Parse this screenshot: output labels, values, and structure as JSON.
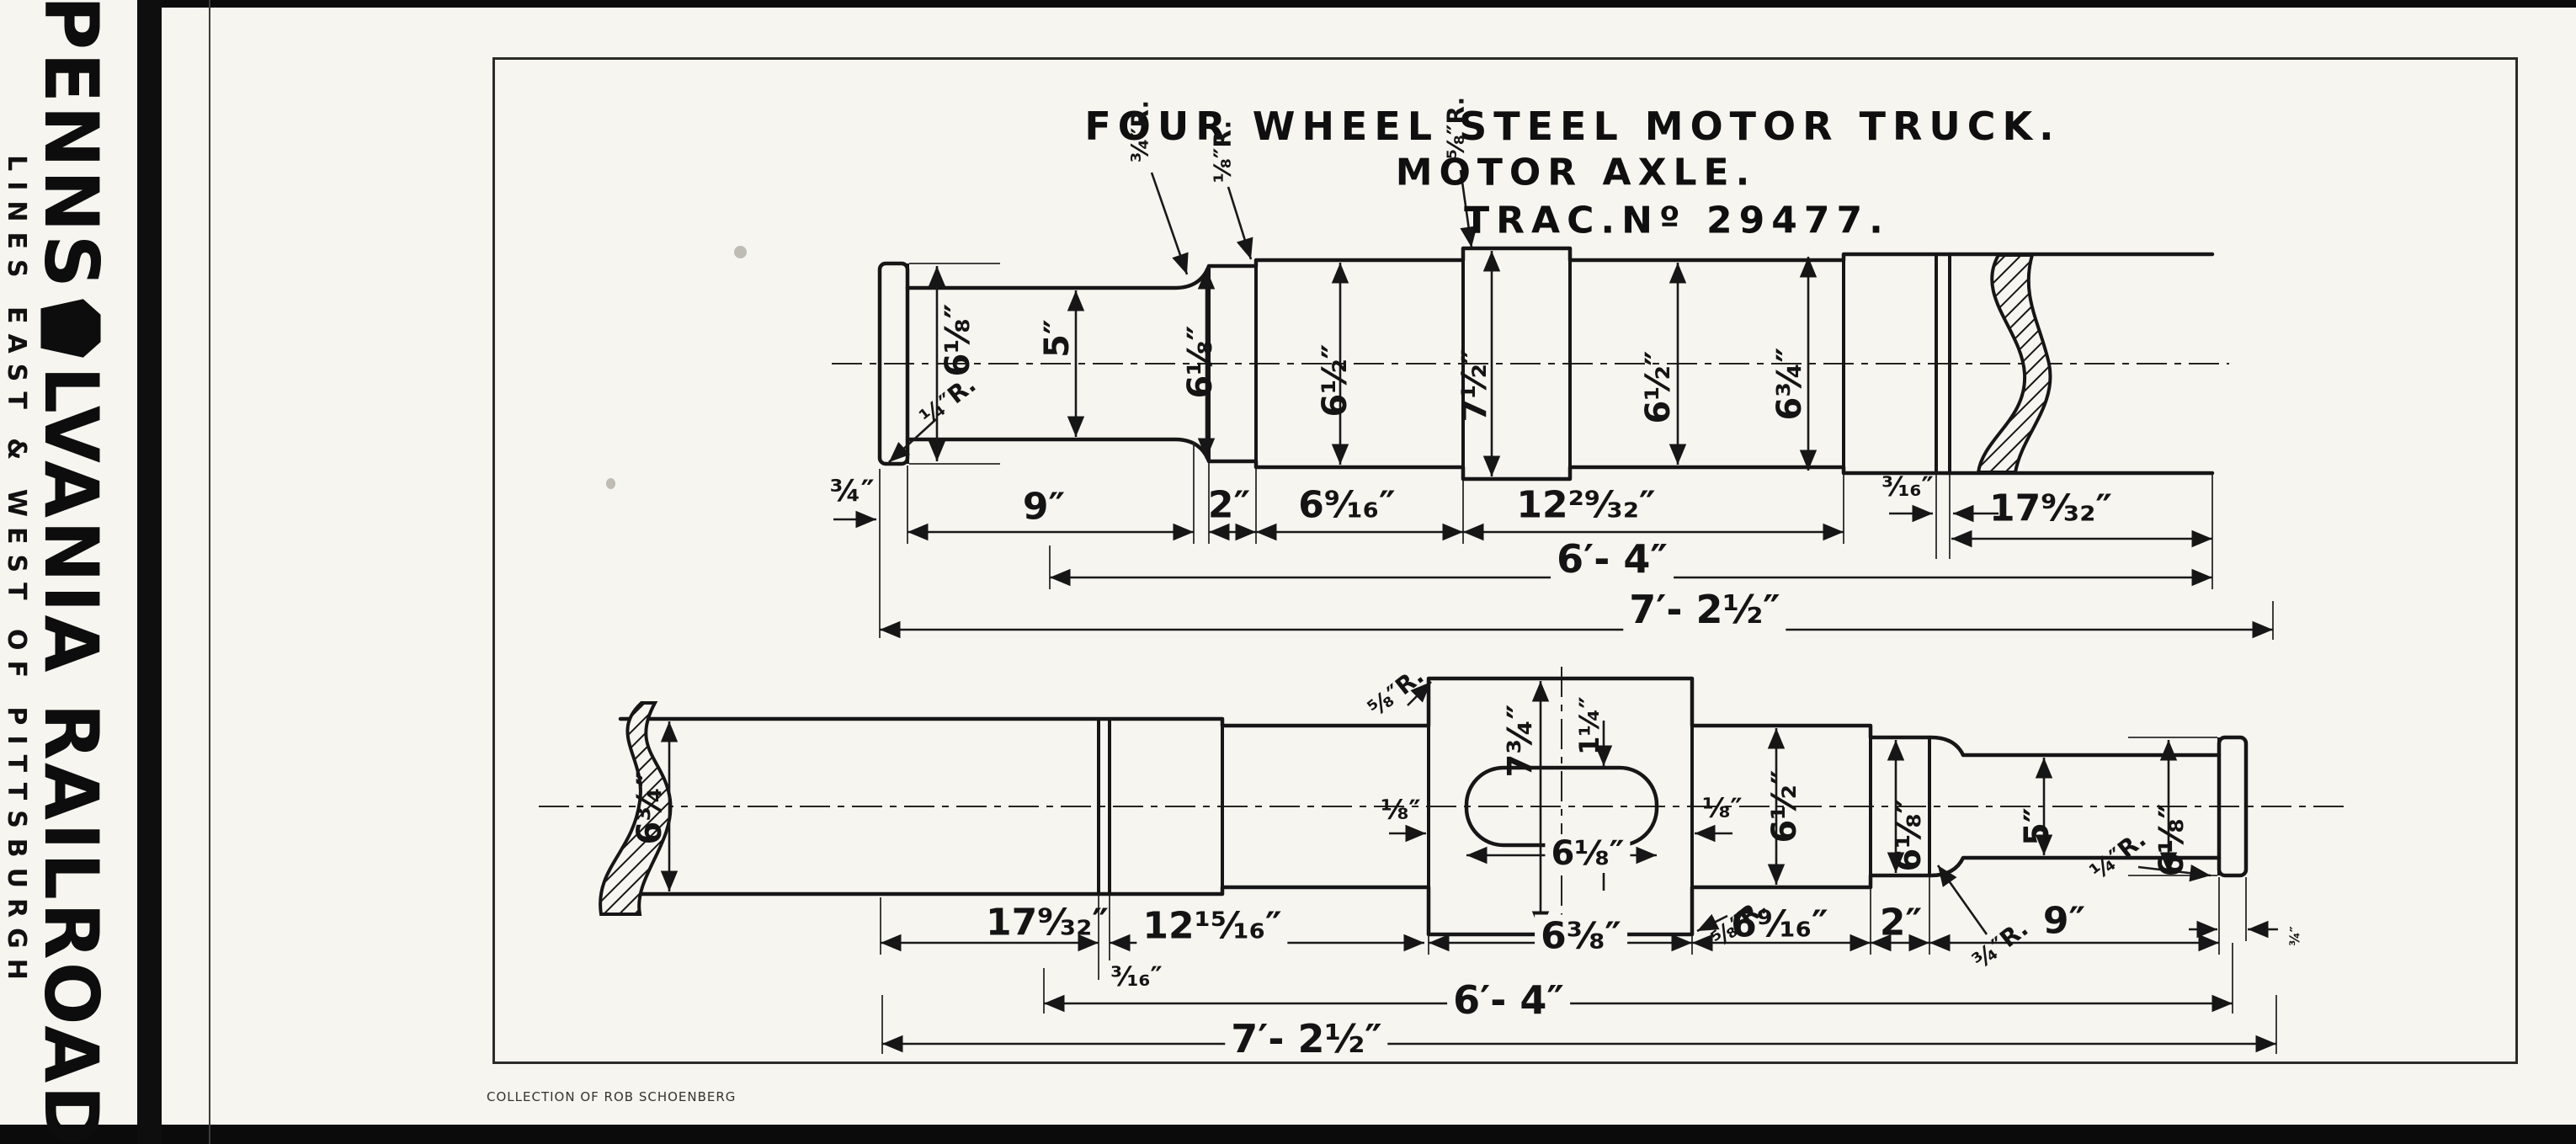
{
  "sidebar": {
    "railroad_prefix": "PENNS",
    "railroad_suffix": "LVANIA RAILROAD",
    "lines_label": "LINES EAST & WEST OF PITTSBURGH"
  },
  "title": {
    "line1": "FOUR WHEEL STEEL MOTOR TRUCK.",
    "line2": "MOTOR AXLE.",
    "line3": "TRAC.Nº 29477."
  },
  "caption": "COLLECTION OF ROB SCHOENBERG",
  "top_view": {
    "diameters": [
      "6⅛″",
      "5″",
      "6⅛″",
      "6½″",
      "7½″",
      "6½″",
      "6¾″"
    ],
    "lengths": {
      "collar": "¾″",
      "journal": "9″",
      "dust_guard": "2″",
      "seat": "6⁹⁄₁₆″",
      "center": "12²⁹⁄₃₂″",
      "hub_gap": "³⁄₁₆″",
      "end": "17⁹⁄₃₂″"
    },
    "overall": {
      "wheel_centers": "6′- 4″",
      "total_length": "7′- 2½″"
    },
    "radii": {
      "collar": "¼″R.",
      "journal": "¾″R.",
      "shoulder": "⅛″R.",
      "center": "⅝″R."
    }
  },
  "bottom_view": {
    "diameters": [
      "6¾″",
      "7¾″",
      "6½″",
      "6⅛″",
      "5″",
      "6⅛″"
    ],
    "keyway": {
      "width": "1¼″",
      "length": "6⅛″",
      "end_clearance": "⅛″",
      "seat_length": "6⅜″"
    },
    "lengths": {
      "end": "17⁹⁄₃₂″",
      "hub_gap": "³⁄₁₆″",
      "center": "12¹⁵⁄₁₆″",
      "seat": "6⁹⁄₁₆″",
      "dust_guard": "2″",
      "journal": "9″",
      "collar": "¾″"
    },
    "overall": {
      "wheel_centers": "6′- 4″",
      "total_length": "7′- 2½″"
    },
    "radii": {
      "gear_left": "⅝″R.",
      "gear_right": "⅝″R.",
      "journal": "¾″R.",
      "collar": "¼″R."
    }
  }
}
